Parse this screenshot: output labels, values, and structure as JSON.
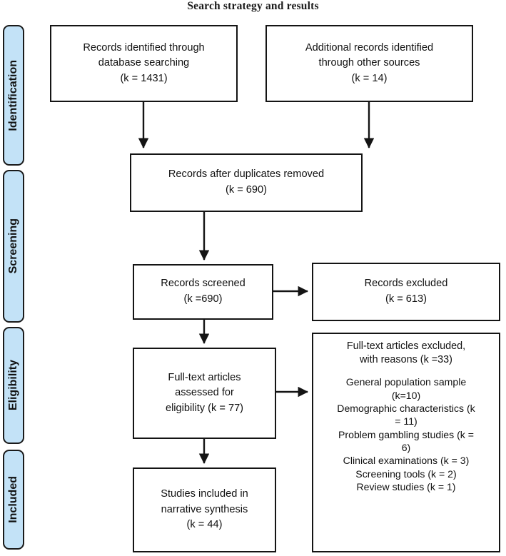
{
  "title": "Search strategy and results",
  "stages": [
    {
      "label": "Identification"
    },
    {
      "label": "Screening"
    },
    {
      "label": "Eligibility"
    },
    {
      "label": "Included"
    }
  ],
  "boxes": {
    "records_identified": {
      "line1": "Records identified through",
      "line2": "database searching",
      "line3": "(k = 1431)"
    },
    "additional_records": {
      "line1": "Additional records identified",
      "line2": "through other sources",
      "line3": "(k = 14)"
    },
    "duplicates_removed": {
      "line1": "Records after duplicates removed",
      "line2": "(k = 690)"
    },
    "records_screened": {
      "line1": "Records screened",
      "line2": "(k =690)"
    },
    "records_excluded": {
      "line1": "Records excluded",
      "line2": "(k = 613)"
    },
    "fulltext_assessed": {
      "line1": "Full-text articles",
      "line2": "assessed for",
      "line3": "eligibility (k = 77)"
    },
    "fulltext_excluded": {
      "header1": "Full-text articles excluded,",
      "header2": "with reasons (k =33)",
      "reasons": [
        "General population sample",
        "(k=10)",
        "Demographic characteristics (k",
        "= 11)",
        "Problem gambling studies (k =",
        "6)",
        "Clinical examinations (k = 3)",
        "Screening tools (k = 2)",
        "Review studies (k = 1)"
      ]
    },
    "studies_included": {
      "line1": "Studies included in",
      "line2": "narrative synthesis",
      "line3": "(k = 44)"
    }
  },
  "colors": {
    "stage_fill": "#c3e2f7",
    "stroke": "#141414",
    "background": "#ffffff"
  },
  "chart_data": {
    "type": "diagram",
    "title": "Search strategy and results",
    "flow": [
      {
        "node": "Records identified through database searching",
        "k": 1431
      },
      {
        "node": "Additional records identified through other sources",
        "k": 14
      },
      {
        "node": "Records after duplicates removed",
        "k": 690
      },
      {
        "node": "Records screened",
        "k": 690
      },
      {
        "node": "Records excluded",
        "k": 613
      },
      {
        "node": "Full-text articles assessed for eligibility",
        "k": 77
      },
      {
        "node": "Full-text articles excluded, with reasons",
        "k": 33
      },
      {
        "node": "Studies included in narrative synthesis",
        "k": 44
      }
    ]
  }
}
